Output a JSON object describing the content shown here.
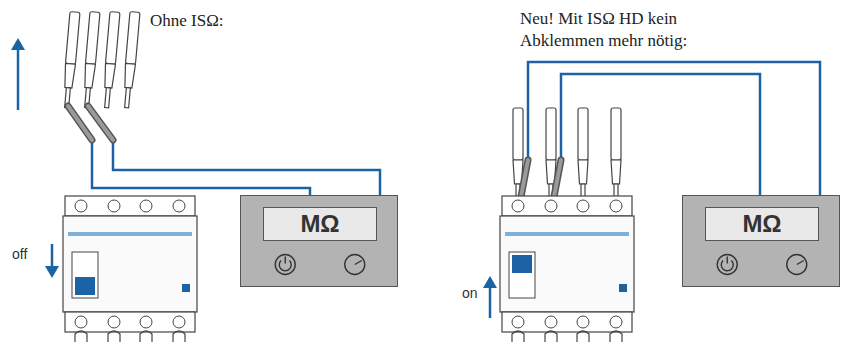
{
  "diagram": {
    "nodes": [
      {
        "text": [
          "MΩ"
        ]
      },
      {
        "text": [
          "MΩ"
        ]
      }
    ],
    "labels": [
      "Ohne ISΩ:",
      "Neu! Mit ISΩ HD kein Abklemmen mehr nötig:",
      "off",
      "on"
    ]
  }
}
